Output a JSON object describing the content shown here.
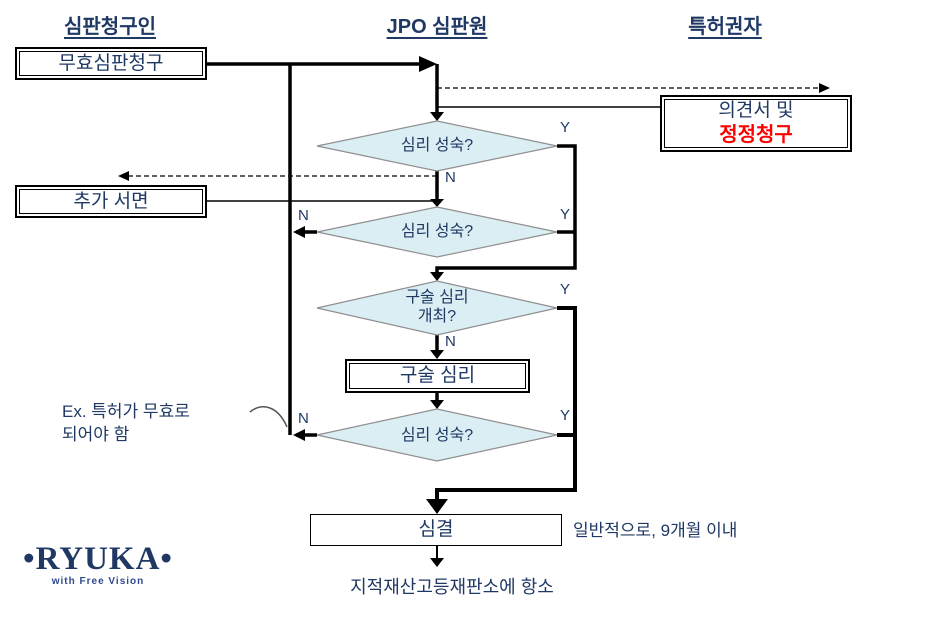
{
  "columns": {
    "claimant": "심판청구인",
    "jpo": "JPO 심판원",
    "patentee": "특허권자"
  },
  "boxes": {
    "invalidation_request": "무효심판청구",
    "opinion_line1": "의견서 및",
    "opinion_line2": "정정청구",
    "additional_document": "추가 서면",
    "oral_hearing": "구술 심리",
    "decision": "심결"
  },
  "diamonds": {
    "d1": "심리 성숙?",
    "d2": "심리 성숙?",
    "d3_line1": "구술 심리",
    "d3_line2": "개최?",
    "d4": "심리 성숙?"
  },
  "labels": {
    "yes": "Y",
    "no": "N",
    "example_note_line1": "Ex. 특허가 무효로",
    "example_note_line2": "되어야 함",
    "decision_note": "일반적으로, 9개월 이내",
    "appeal_note": "지적재산고등재판소에 항소"
  },
  "logo": {
    "name": "•RYUKA•",
    "tagline": "with Free Vision"
  },
  "colors": {
    "navy": "#1f3864",
    "red": "#ff0000",
    "diamond_fill": "#daeef3",
    "diamond_border": "#8f8f8f",
    "line": "#000000"
  }
}
